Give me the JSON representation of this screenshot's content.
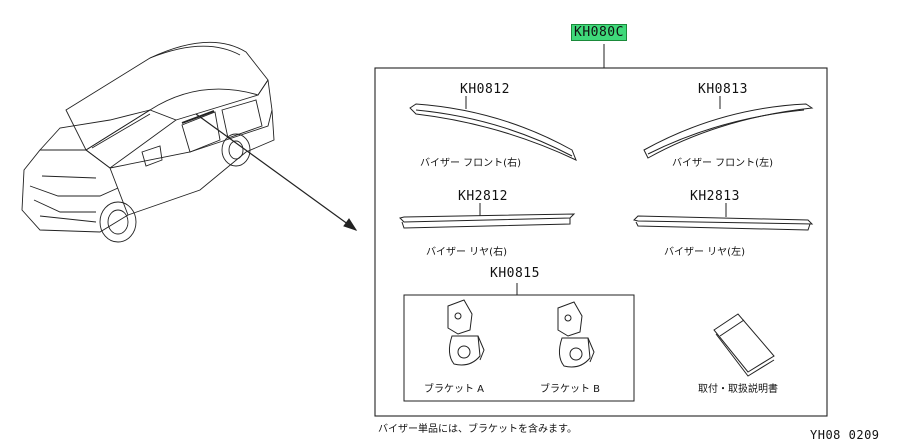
{
  "kit": {
    "code": "KH080C",
    "highlight_color": "#3fd97a"
  },
  "parts": {
    "front_right": {
      "code": "KH0812",
      "name": "バイザー フロント(右)"
    },
    "front_left": {
      "code": "KH0813",
      "name": "バイザー フロント(左)"
    },
    "rear_right": {
      "code": "KH2812",
      "name": "バイザー リヤ(右)"
    },
    "rear_left": {
      "code": "KH2813",
      "name": "バイザー リヤ(左)"
    },
    "brackets": {
      "code": "KH0815",
      "bracket_a": "ブラケット A",
      "bracket_b": "ブラケット B"
    },
    "manual": {
      "name": "取付・取扱説明書"
    }
  },
  "note": "バイザー単品には、ブラケットを含みます。",
  "figure_id": "YH08 0209"
}
